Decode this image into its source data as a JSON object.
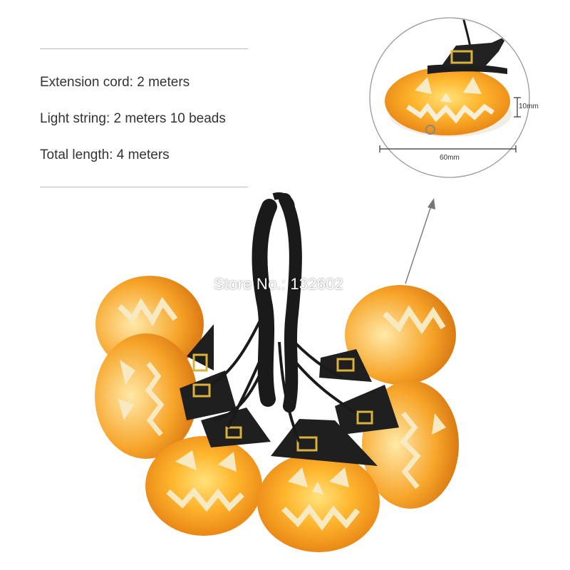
{
  "specs": {
    "extension_cord": "Extension cord: 2 meters",
    "light_string": "Light string: 2 meters 10 beads",
    "total_length": "Total length: 4 meters"
  },
  "detail": {
    "height_label": "10mm",
    "width_label": "60mm"
  },
  "watermark": "Store No.: 132602",
  "colors": {
    "pumpkin_orange": "#f39c1a",
    "pumpkin_yellow": "#ffd24a",
    "hat_black": "#1e1e1e",
    "buckle_gold": "#d8b23a",
    "cord": "#1a1a1a"
  }
}
